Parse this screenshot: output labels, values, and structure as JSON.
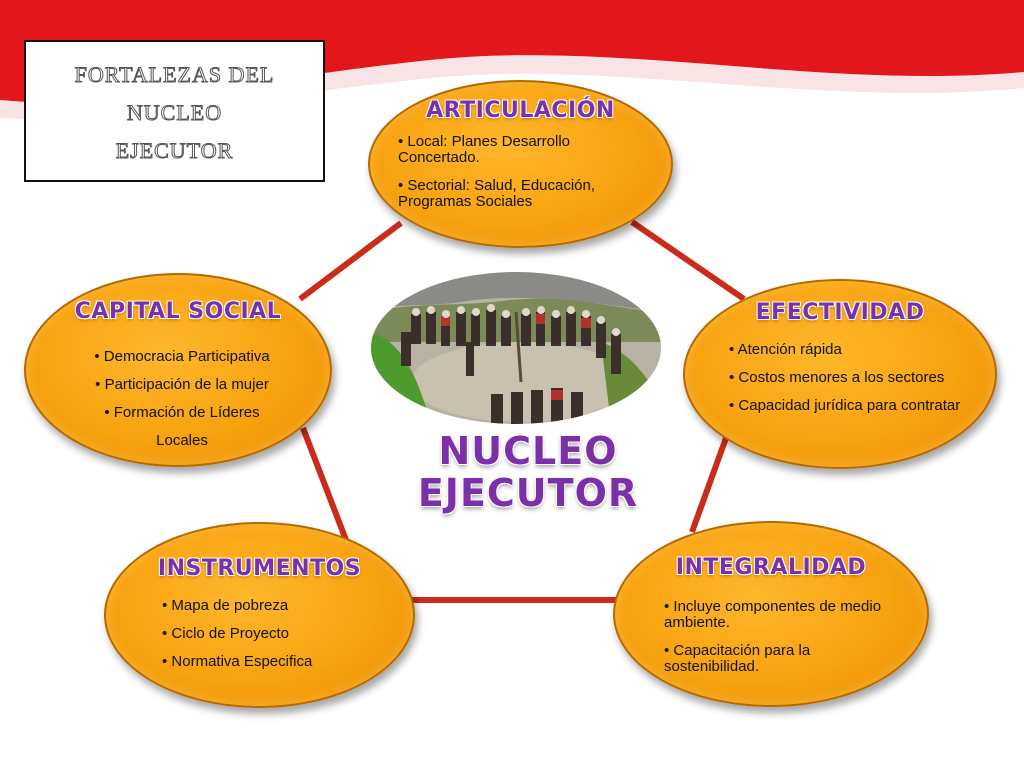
{
  "slide_title": [
    "FORTALEZAS DEL NUCLEO",
    "EJECUTOR"
  ],
  "center_title": [
    "NUCLEO",
    "EJECUTOR"
  ],
  "ovals": {
    "articulacion": {
      "title": "ARTICULACIÓN",
      "items": [
        "• Local: Planes Desarrollo Concertado.",
        "• Sectorial: Salud, Educación, Programas Sociales"
      ]
    },
    "efectividad": {
      "title": "EFECTIVIDAD",
      "items": [
        "• Atención rápida",
        "• Costos menores a los sectores",
        "• Capacidad jurídica para contratar"
      ]
    },
    "capital_social": {
      "title": "CAPITAL SOCIAL",
      "items": [
        "• Democracia Participativa",
        "• Participación de la mujer",
        "• Formación de Líderes",
        "Locales"
      ]
    },
    "instrumentos": {
      "title": "INSTRUMENTOS",
      "items": [
        "• Mapa de pobreza",
        "• Ciclo de Proyecto",
        "• Normativa Especifica"
      ]
    },
    "integralidad": {
      "title": "INTEGRALIDAD",
      "items": [
        "• Incluye componentes de medio ambiente.",
        "• Capacitación para la sostenibilidad."
      ]
    }
  },
  "colors": {
    "accent_red": "#e3161c",
    "connector_red": "#cc2a1a",
    "oval_orange": "#f8a20f",
    "title_purple": "#7b2fa8"
  }
}
